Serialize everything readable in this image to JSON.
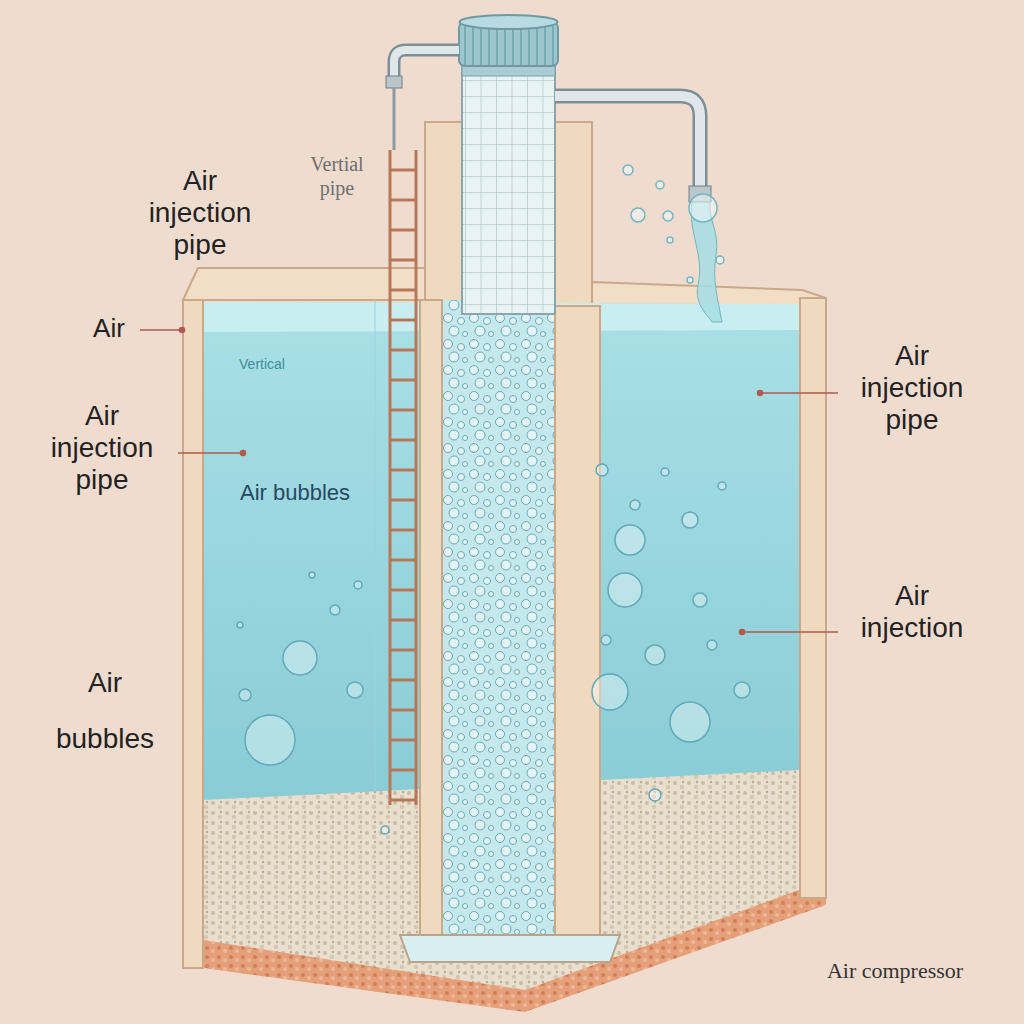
{
  "diagram": {
    "labels": [
      "Air injection pipe",
      "Vertial pipe",
      "Air",
      "Vertical",
      "Air injection pipe",
      "Air bubbles",
      "Air bubbles",
      "Air injection pipe",
      "Air injection",
      "Air compressor"
    ]
  }
}
